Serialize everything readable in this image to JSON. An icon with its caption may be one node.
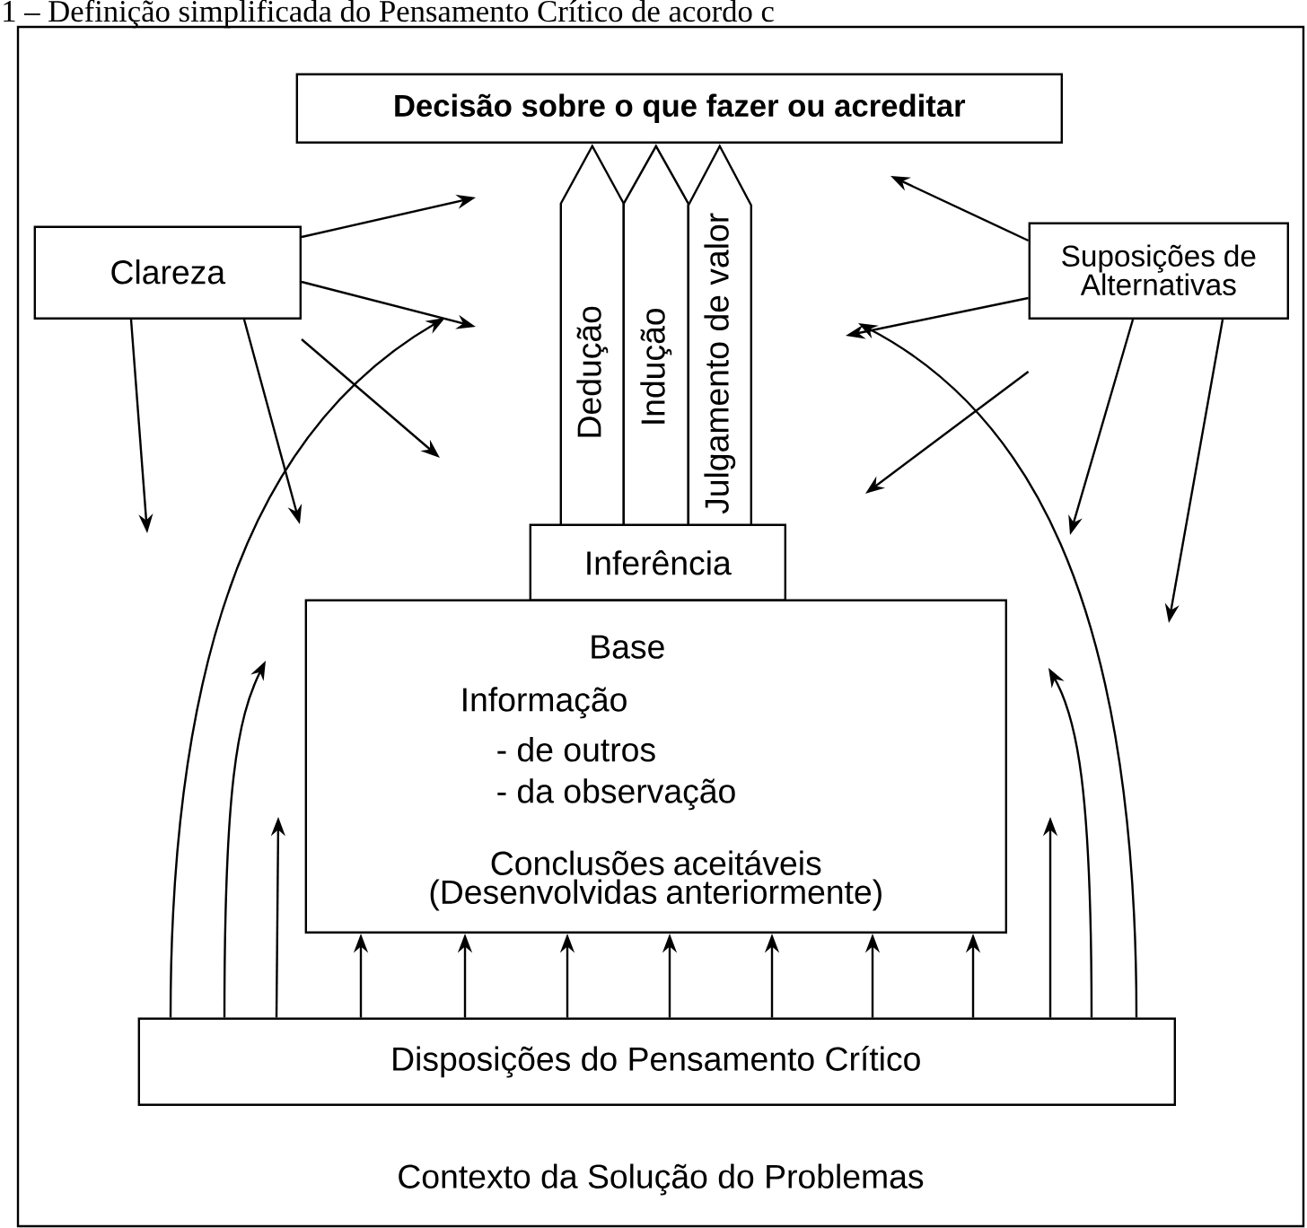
{
  "diagram": {
    "title": "1 – Definição simplificada do Pensamento Crítico de acordo c",
    "nodes": [
      {
        "text": [
          "Contexto da Solução do Problemas"
        ]
      },
      {
        "text": [
          "Decisão sobre o que fazer ou acreditar"
        ],
        "in": 0
      },
      {
        "text": [
          "Clareza"
        ],
        "in": 0
      },
      {
        "text": [
          "Suposições de Alternativas"
        ],
        "in": 0
      },
      {
        "text": [
          "Dedução"
        ],
        "in": 0
      },
      {
        "text": [
          "Indução"
        ],
        "in": 0
      },
      {
        "text": [
          "Julgamento de valor"
        ],
        "in": 0
      },
      {
        "text": [
          "Inferência"
        ],
        "in": 0
      },
      {
        "text": [
          "Base",
          "Informação",
          "- de outros",
          "- da observação",
          "Conclusões aceitáveis (Desenvolvidas anteriormente)"
        ],
        "in": 0
      },
      {
        "text": [
          "Disposições do Pensamento Crítico"
        ],
        "in": 0
      }
    ],
    "edges": [
      {
        "from": 2,
        "to": null,
        "arrow": "to"
      },
      {
        "from": 2,
        "to": null,
        "arrow": "to"
      },
      {
        "from": 2,
        "to": null,
        "arrow": "to"
      },
      {
        "from": 2,
        "to": null,
        "arrow": "to"
      },
      {
        "from": 2,
        "to": null,
        "arrow": "to"
      },
      {
        "from": 3,
        "to": null,
        "arrow": "to"
      },
      {
        "from": 3,
        "to": null,
        "arrow": "to"
      },
      {
        "from": 3,
        "to": null,
        "arrow": "to"
      },
      {
        "from": 3,
        "to": null,
        "arrow": "to"
      },
      {
        "from": 3,
        "to": null,
        "arrow": "to"
      },
      {
        "from": 9,
        "to": null,
        "arrow": "to"
      },
      {
        "from": 9,
        "to": null,
        "arrow": "to"
      },
      {
        "from": 9,
        "to": null,
        "arrow": "to"
      },
      {
        "from": 9,
        "to": null,
        "arrow": "to"
      },
      {
        "from": 9,
        "to": null,
        "arrow": "to"
      },
      {
        "from": 9,
        "to": null,
        "arrow": "to"
      },
      {
        "from": 9,
        "to": 8,
        "arrow": "to"
      },
      {
        "from": 9,
        "to": 8,
        "arrow": "to"
      },
      {
        "from": 9,
        "to": 8,
        "arrow": "to"
      },
      {
        "from": 9,
        "to": 8,
        "arrow": "to"
      },
      {
        "from": 9,
        "to": 8,
        "arrow": "to"
      },
      {
        "from": 9,
        "to": 8,
        "arrow": "to"
      },
      {
        "from": 9,
        "to": 8,
        "arrow": "to"
      }
    ]
  }
}
